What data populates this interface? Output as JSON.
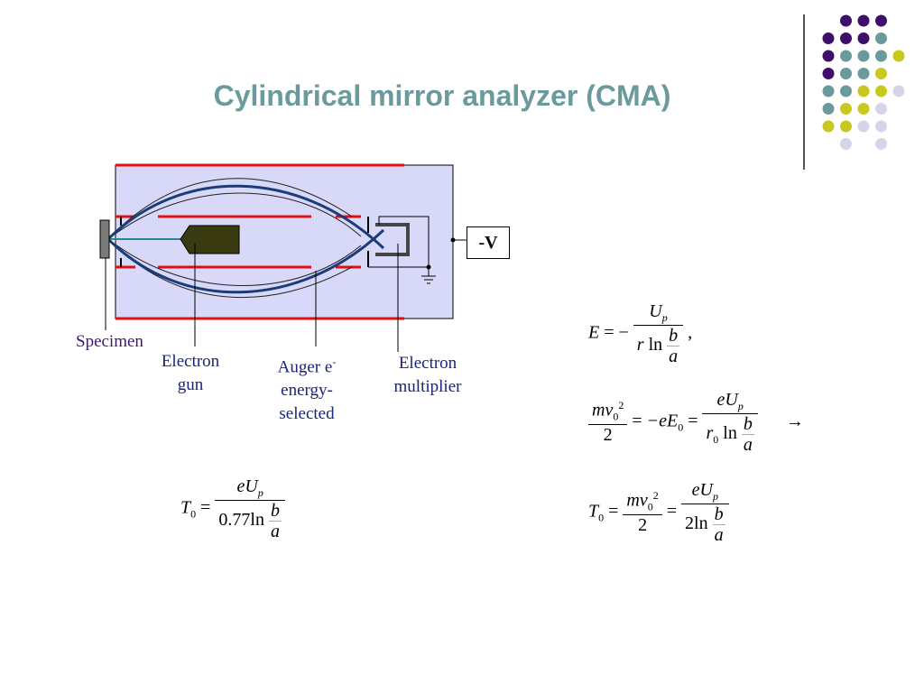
{
  "slide": {
    "title": "Cylindrical mirror analyzer (CMA)"
  },
  "diagram": {
    "voltage_label": "-V",
    "labels": {
      "specimen": "Specimen",
      "electron_gun_line1": "Electron",
      "electron_gun_line2": "gun",
      "auger_line1": "Auger e",
      "auger_sup": "-",
      "auger_line2": "energy-",
      "auger_line3": "selected",
      "multiplier_line1": "Electron",
      "multiplier_line2": "multiplier"
    }
  },
  "equations": {
    "e1": {
      "lhs": "E",
      "eq": "=",
      "minus": "−",
      "num": "U",
      "num_sub": "p",
      "den_r": "r",
      "den_ln": "ln",
      "b": "b",
      "a": "a",
      "tail": ","
    },
    "e2": {
      "lhs_num": "mv",
      "lhs_num_sub": "0",
      "lhs_num_sup": "2",
      "lhs_den": "2",
      "eq1": "=",
      "mid": "−eE",
      "mid_sub": "0",
      "eq2": "=",
      "rnum": "eU",
      "rnum_sub": "p",
      "den_r": "r",
      "den_r_sub": "0",
      "den_ln": "ln",
      "b": "b",
      "a": "a",
      "arrow": "→"
    },
    "e3": {
      "lhs": "T",
      "lhs_sub": "0",
      "eq1": "=",
      "f1_num": "mv",
      "f1_num_sub": "0",
      "f1_num_sup": "2",
      "f1_den": "2",
      "eq2": "=",
      "f2_num": "eU",
      "f2_num_sub": "p",
      "f2_den": "2",
      "f2_ln": "ln",
      "b": "b",
      "a": "a"
    },
    "e4": {
      "lhs": "T",
      "lhs_sub": "0",
      "eq": "=",
      "num": "eU",
      "num_sub": "p",
      "den_coef": "0.77",
      "den_ln": "ln",
      "b": "b",
      "a": "a"
    }
  },
  "colors": {
    "title": "#6a9a9c",
    "dot_purple": "#3d0f6b",
    "dot_teal": "#6a9a9c",
    "dot_yellow": "#c8c820",
    "dot_lavender": "#d6d4e8",
    "chamber_fill": "#d8d8f8",
    "electrode_red": "#e01010",
    "trajectory_blue": "#1a3c7a"
  }
}
